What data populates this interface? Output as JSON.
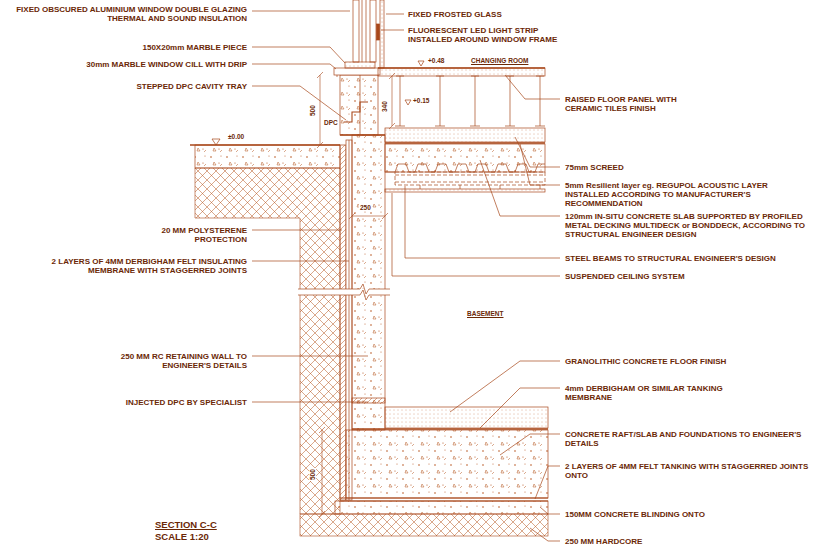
{
  "diagram": {
    "title": "SECTION C-C",
    "caption": "SCALE 1:20",
    "labels": [
      "FIXED OBSCURED ALUMINIUM WINDOW DOUBLE GLAZING THERMAL AND SOUND INSULATION",
      "150X20mm MARBLE PIECE",
      "30mm MARBLE WINDOW CILL WITH DRIP",
      "STEPPED DPC CAVITY TRAY",
      "20 MM POLYSTERENE PROTECTION",
      "2 LAYERS OF 4MM DERBIGHAM FELT INSULATING MEMBRANE WITH STAGGERRED JOINTS",
      "250 MM RC RETAINING WALL TO ENGINEER'S DETAILS",
      "INJECTED DPC BY SPECIALIST",
      "FIXED FROSTED GLASS",
      "FLUORESCENT LED LIGHT STRIP INSTALLED AROUND WINDOW FRAME",
      "CHANGING ROOM",
      "RAISED FLOOR PANEL WITH CERAMIC TILES FINISH",
      "75mm SCREED",
      "5mm Resilient layer eg. REGUPOL ACOUSTIC LAYER INSTALLED ACCORDING TO MANUFACTURER'S RECOMMENDATION",
      "120mm IN-SITU CONCRETE SLAB SUPPORTED BY PROFILED METAL DECKING MULTIDECK or BONDDECK, ACCORDING TO STRUCTURAL ENGINEER DESIGN",
      "STEEL BEAMS TO STRUCTURAL ENGINEER'S DESIGN",
      "SUSPENDED CEILING SYSTEM",
      "BASEMENT",
      "GRANOLITHIC CONCRETE FLOOR FINISH",
      "4mm DERBIGHAM OR SIMILAR TANKING MEMBRANE",
      "CONCRETE RAFT/SLAB AND FOUNDATIONS TO ENGINEER'S DETAILS",
      "2 LAYERS OF 4MM FELT TANKING WITH STAGGERRED JOINTS ONTO",
      "150MM CONCRETE BLINDING ONTO",
      "250 MM HARDCORE",
      "±0.00",
      "500",
      "DPC",
      "340",
      "+0.48",
      "+0.15",
      "250",
      "500"
    ]
  }
}
